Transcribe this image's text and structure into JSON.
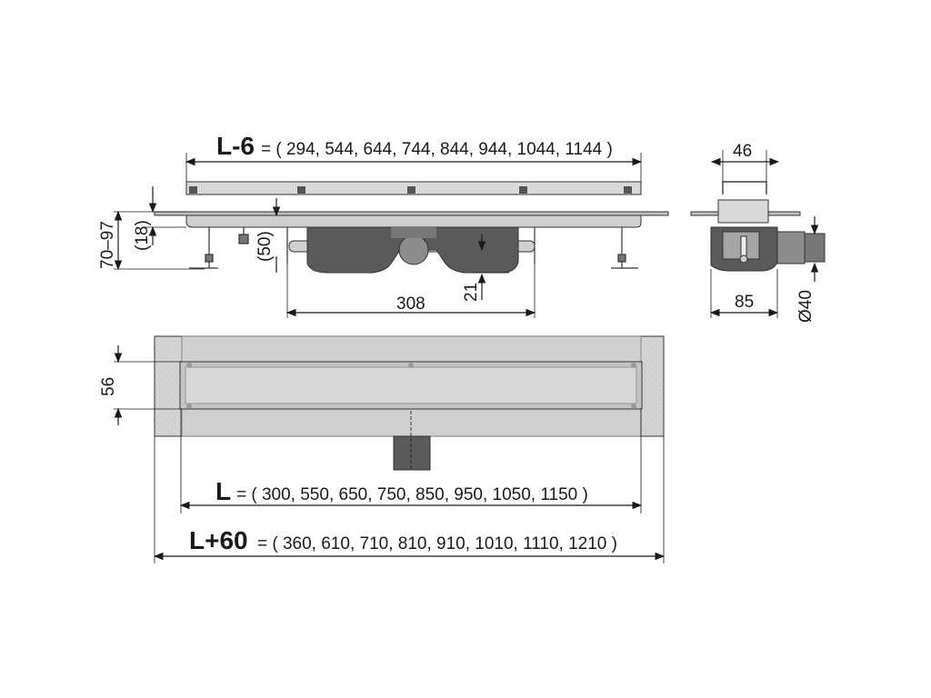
{
  "formulas": {
    "l_minus_6": {
      "label": "L-6",
      "values": "= ( 294, 544, 644, 744, 844, 944, 1044, 1144 )"
    },
    "l": {
      "label": "L",
      "values": "= ( 300, 550, 650, 750, 850, 950, 1050, 1150 )"
    },
    "l_plus_60": {
      "label": "L+60",
      "values": "= ( 360, 610, 710, 810, 910, 1010, 1110, 1210 )"
    }
  },
  "dimensions": {
    "range_70_97": "70–97",
    "d18": "(18)",
    "d50": "(50)",
    "d308": "308",
    "d21": "21",
    "d46": "46",
    "d85": "85",
    "d40": "Ø40",
    "d56": "56"
  },
  "colors": {
    "steel_light": "#d9d9d9",
    "steel_mid": "#bfbfbf",
    "steel_dark": "#8c8c8c",
    "body_dark": "#5a5a5a"
  }
}
